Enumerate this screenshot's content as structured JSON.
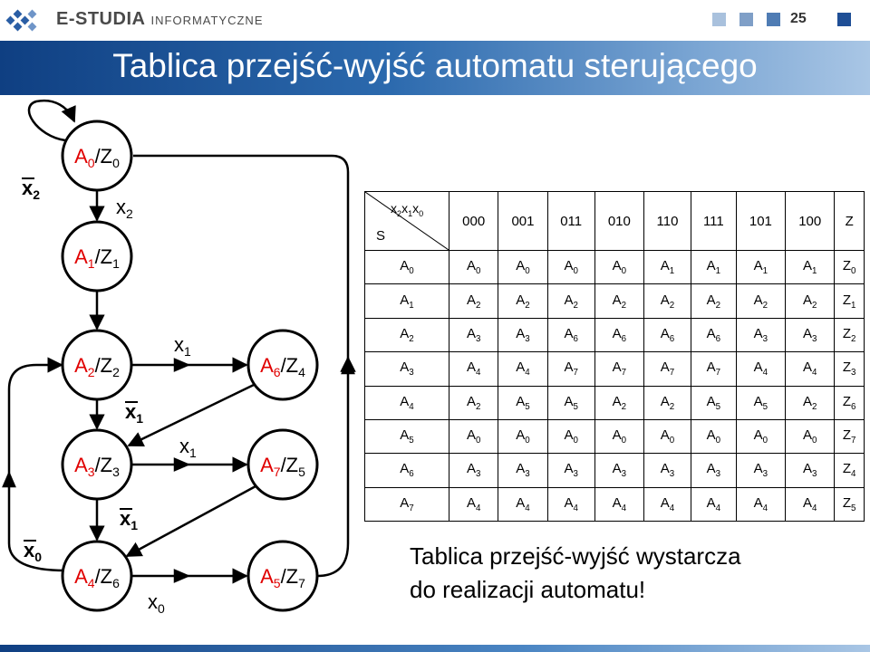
{
  "header": {
    "brand_main": "E-STUDIA",
    "brand_sub": "INFORMATYCZNE",
    "page_number": "25",
    "squares_colors": [
      "#a9c1dd",
      "#7f9fc7",
      "#4f7cb4",
      "#1f4f96"
    ]
  },
  "title": "Tablica przejść-wyjść automatu sterującego",
  "diagram": {
    "states": [
      {
        "a": "A",
        "ai": "0",
        "z": "Z",
        "zi": "0"
      },
      {
        "a": "A",
        "ai": "1",
        "z": "Z",
        "zi": "1"
      },
      {
        "a": "A",
        "ai": "2",
        "z": "Z",
        "zi": "2"
      },
      {
        "a": "A",
        "ai": "3",
        "z": "Z",
        "zi": "3"
      },
      {
        "a": "A",
        "ai": "4",
        "z": "Z",
        "zi": "6"
      },
      {
        "a": "A",
        "ai": "6",
        "z": "Z",
        "zi": "4"
      },
      {
        "a": "A",
        "ai": "7",
        "z": "Z",
        "zi": "5"
      },
      {
        "a": "A",
        "ai": "5",
        "z": "Z",
        "zi": "7"
      }
    ],
    "labels": [
      {
        "t": "x",
        "i": "2",
        "bar": true
      },
      {
        "t": "x",
        "i": "2",
        "bar": false
      },
      {
        "t": "x",
        "i": "1",
        "bar": false
      },
      {
        "t": "x",
        "i": "1",
        "bar": true
      },
      {
        "t": "x",
        "i": "1",
        "bar": false
      },
      {
        "t": "x",
        "i": "1",
        "bar": true
      },
      {
        "t": "x",
        "i": "0",
        "bar": true
      },
      {
        "t": "x",
        "i": "0",
        "bar": false
      }
    ],
    "state_color": "#e00000"
  },
  "table": {
    "corner_top": "x2x1x0",
    "corner_left": "S",
    "columns": [
      "000",
      "001",
      "011",
      "010",
      "110",
      "111",
      "101",
      "100",
      "Z"
    ],
    "rows": [
      {
        "s": "0",
        "cells": [
          "0",
          "0",
          "0",
          "0",
          "1",
          "1",
          "1",
          "1"
        ],
        "z": "0"
      },
      {
        "s": "1",
        "cells": [
          "2",
          "2",
          "2",
          "2",
          "2",
          "2",
          "2",
          "2"
        ],
        "z": "1"
      },
      {
        "s": "2",
        "cells": [
          "3",
          "3",
          "6",
          "6",
          "6",
          "6",
          "3",
          "3"
        ],
        "z": "2"
      },
      {
        "s": "3",
        "cells": [
          "4",
          "4",
          "7",
          "7",
          "7",
          "7",
          "4",
          "4"
        ],
        "z": "3"
      },
      {
        "s": "4",
        "cells": [
          "2",
          "5",
          "5",
          "2",
          "2",
          "5",
          "5",
          "2"
        ],
        "z": "6"
      },
      {
        "s": "5",
        "cells": [
          "0",
          "0",
          "0",
          "0",
          "0",
          "0",
          "0",
          "0"
        ],
        "z": "7"
      },
      {
        "s": "6",
        "cells": [
          "3",
          "3",
          "3",
          "3",
          "3",
          "3",
          "3",
          "3"
        ],
        "z": "4"
      },
      {
        "s": "7",
        "cells": [
          "4",
          "4",
          "4",
          "4",
          "4",
          "4",
          "4",
          "4"
        ],
        "z": "5"
      }
    ]
  },
  "note": {
    "line1": "Tablica przejść-wyjść wystarcza",
    "line2": "do realizacji automatu!"
  }
}
